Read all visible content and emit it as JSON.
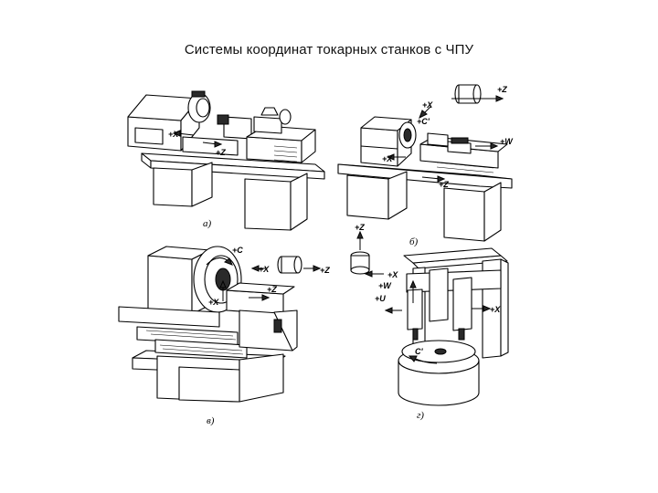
{
  "slide": {
    "title": "Системы координат  токарных станков с ЧПУ"
  },
  "panels": [
    {
      "caption": "а)",
      "axes": [
        "+X",
        "+Z"
      ]
    },
    {
      "caption": "б)",
      "axes": [
        "+X",
        "+C'",
        "+Z",
        "+W",
        "+X",
        "+Z"
      ]
    },
    {
      "caption": "в)",
      "axes": [
        "+C",
        "+X",
        "+Z",
        "+Z",
        "+X"
      ]
    },
    {
      "caption": "г)",
      "axes": [
        "+Z",
        "+X",
        "+W",
        "+U",
        "+X",
        "C'"
      ]
    }
  ]
}
